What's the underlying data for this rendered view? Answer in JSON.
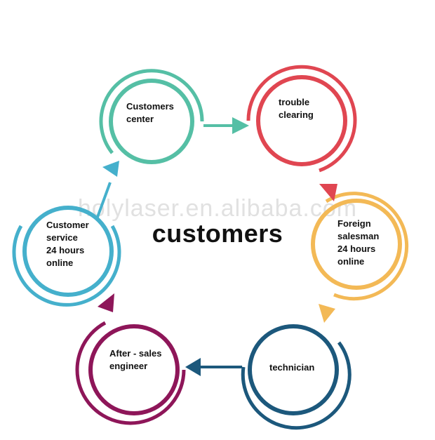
{
  "watermark": "holylaser.en.alibaba.com",
  "center": "customers",
  "nodes": {
    "customers_center": {
      "label": "Customers\ncenter",
      "color": "#55BFA5"
    },
    "trouble_clearing": {
      "label": "trouble\nclearing",
      "color": "#E04651"
    },
    "foreign_salesman": {
      "label": "Foreign\nsalesman\n24 hours\nonline",
      "color": "#F3B956"
    },
    "technician": {
      "label": "technician",
      "color": "#1C587C"
    },
    "after_sales": {
      "label": "After - sales\nengineer",
      "color": "#8E1659"
    },
    "customer_service": {
      "label": "Customer\nservice\n24 hours\nonline",
      "color": "#45B0CC"
    }
  }
}
